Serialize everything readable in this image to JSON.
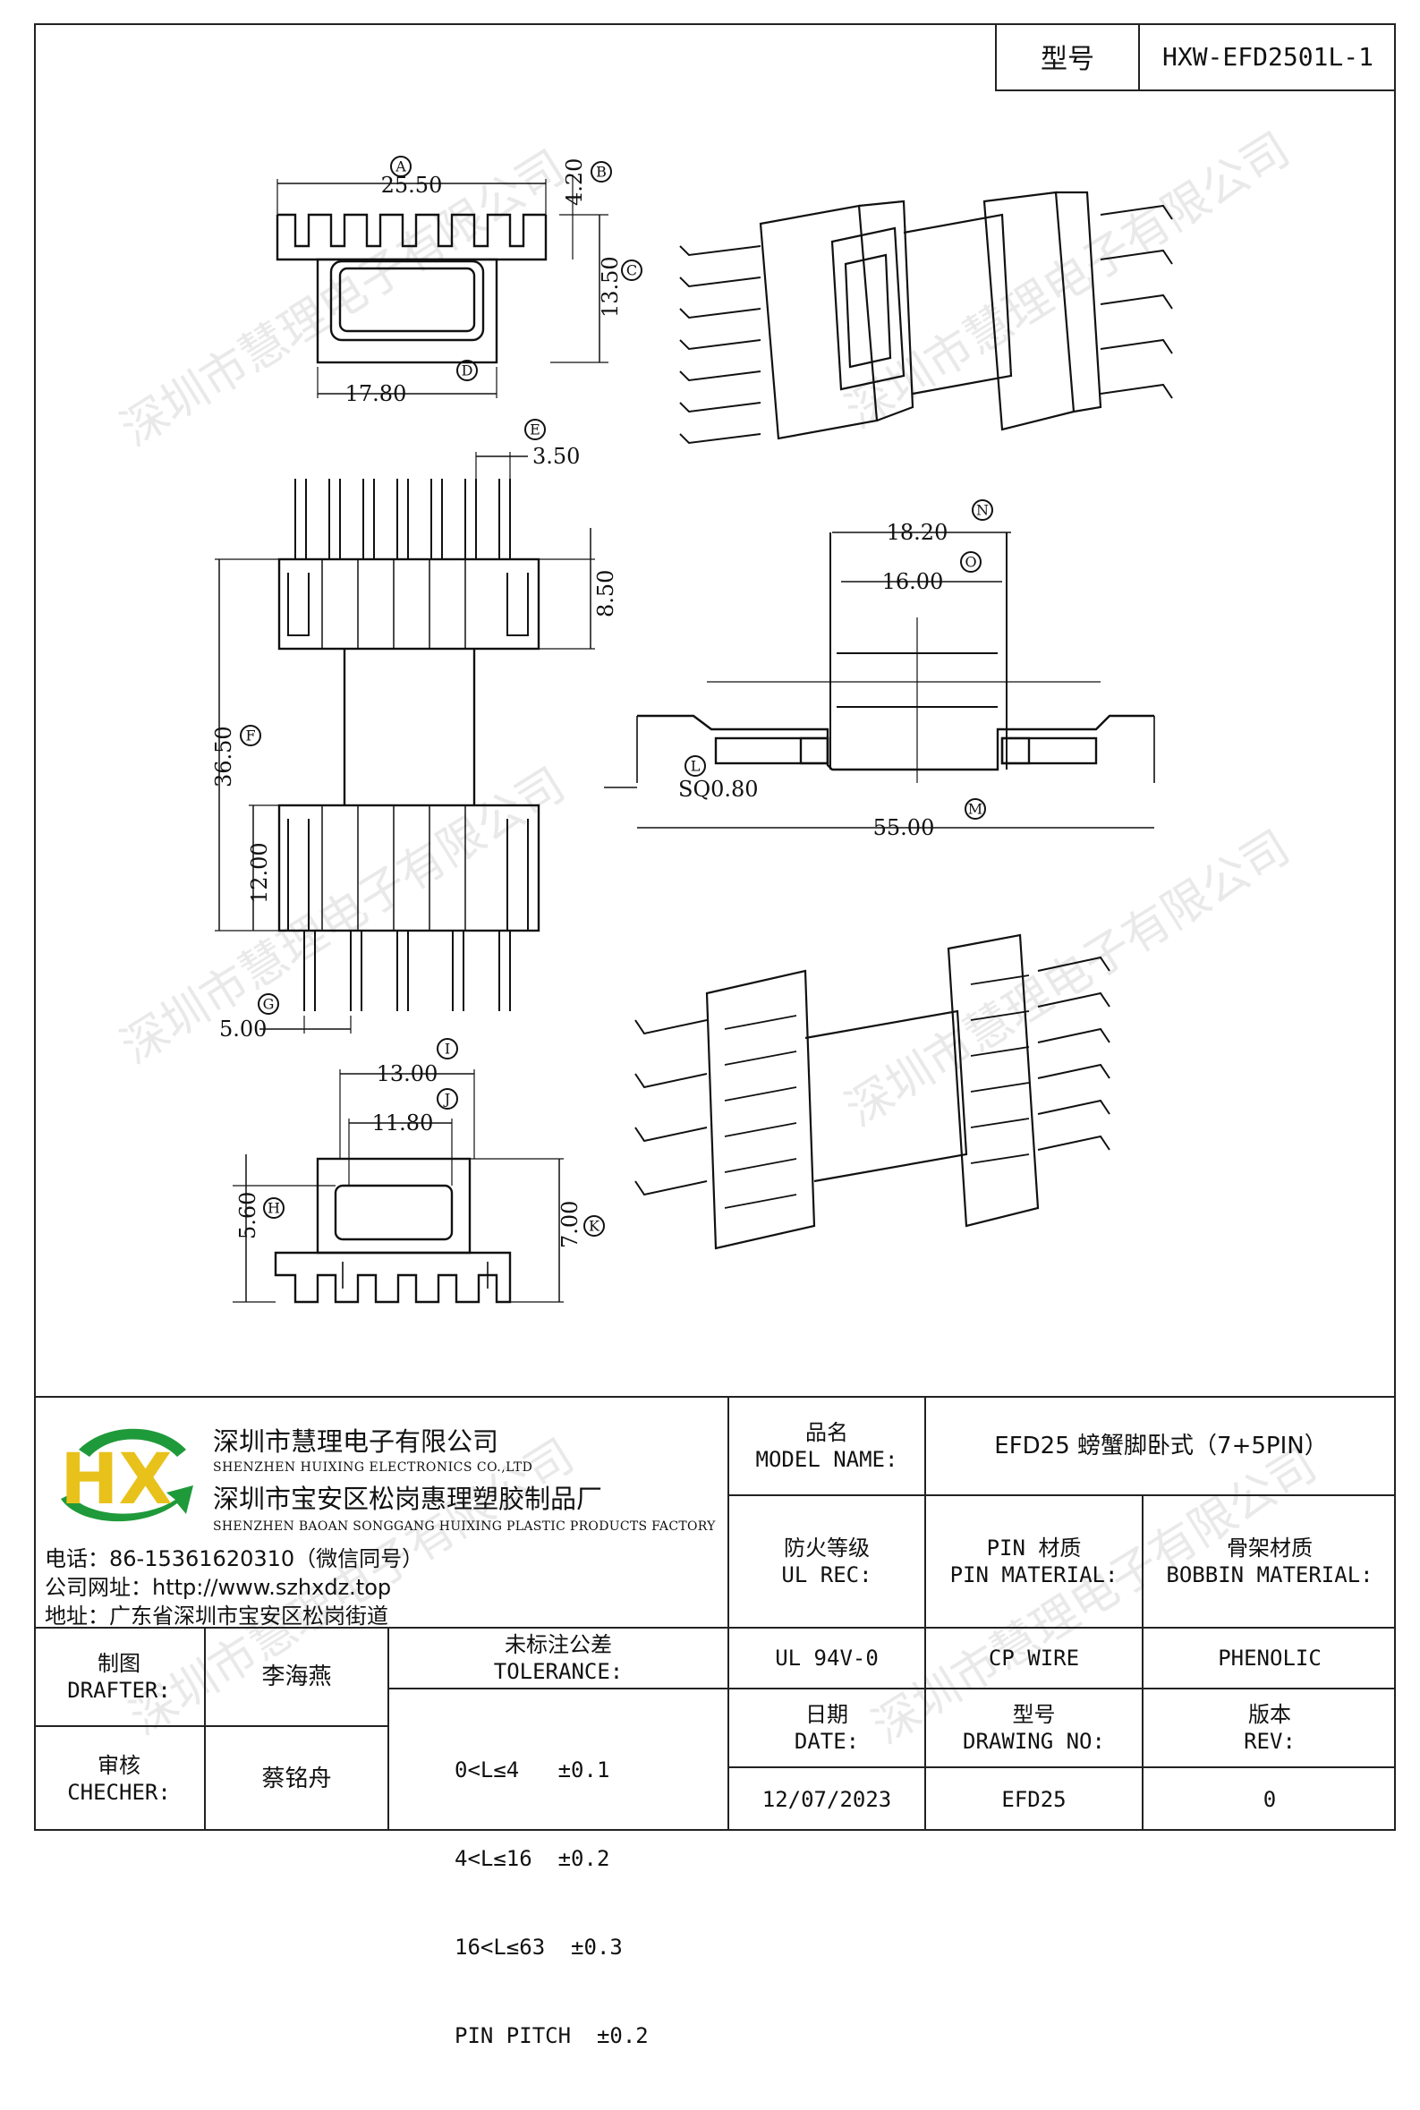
{
  "header": {
    "model_label": "型号",
    "model_value": "HXW-EFD2501L-1"
  },
  "watermark": "深圳市慧理电子有限公司",
  "dimensions": {
    "A": "25.50",
    "B": "4.20",
    "C": "13.50",
    "D": "17.80",
    "E": "3.50",
    "F": "36.50",
    "F2": "8.50",
    "G": "5.00",
    "H12": "12.00",
    "N": "18.20",
    "O": "16.00",
    "M": "55.00",
    "L": "SQ0.80",
    "I": "13.00",
    "J": "11.80",
    "K": "7.00",
    "H": "5.60"
  },
  "dim_markers": [
    "A",
    "B",
    "C",
    "D",
    "E",
    "F",
    "G",
    "N",
    "O",
    "L",
    "M",
    "I",
    "J",
    "K",
    "H"
  ],
  "company": {
    "name_cn": "深圳市慧理电子有限公司",
    "name_en": "SHENZHEN HUIXING ELECTRONICS CO.,LTD",
    "factory_cn": "深圳市宝安区松岗惠理塑胶制品厂",
    "factory_en": "SHENZHEN BAOAN SONGGANG HUIXING PLASTIC PRODUCTS FACTORY",
    "phone": "电话：86-15361620310（微信同号）",
    "website": "公司网址：http://www.szhxdz.top",
    "address": "地址：广东省深圳市宝安区松岗街道",
    "logo_letters": "HX",
    "brand_colors": {
      "green": "#1f9a3a",
      "yellow": "#e8c21a"
    }
  },
  "title_block": {
    "model_name_label_cn": "品名",
    "model_name_label_en": "MODEL NAME:",
    "model_name_value": "EFD25 螃蟹脚卧式（7+5PIN）",
    "ul_rec_label_cn": "防火等级",
    "ul_rec_label_en": "UL REC:",
    "ul_rec_value": "UL 94V-0",
    "pin_material_label_cn": "PIN 材质",
    "pin_material_label_en": "PIN MATERIAL:",
    "pin_material_value": "CP WIRE",
    "bobbin_material_label_cn": "骨架材质",
    "bobbin_material_label_en": "BOBBIN MATERIAL:",
    "bobbin_material_value": "PHENOLIC",
    "drafter_label_cn": "制图",
    "drafter_label_en": "DRAFTER:",
    "drafter_value": "李海燕",
    "checker_label_cn": "审核",
    "checker_label_en": "CHECHER:",
    "checker_value": "蔡铭舟",
    "tolerance_label_cn": "未标注公差",
    "tolerance_label_en": "TOLERANCE:",
    "tolerance_lines": [
      "0<L≤4   ±0.1",
      "4<L≤16  ±0.2",
      "16<L≤63  ±0.3",
      "PIN PITCH  ±0.2"
    ],
    "date_label_cn": "日期",
    "date_label_en": "DATE:",
    "date_value": "12/07/2023",
    "drawing_no_label_cn": "型号",
    "drawing_no_label_en": "DRAWING NO:",
    "drawing_no_value": "EFD25",
    "rev_label_cn": "版本",
    "rev_label_en": "REV:",
    "rev_value": "0"
  }
}
